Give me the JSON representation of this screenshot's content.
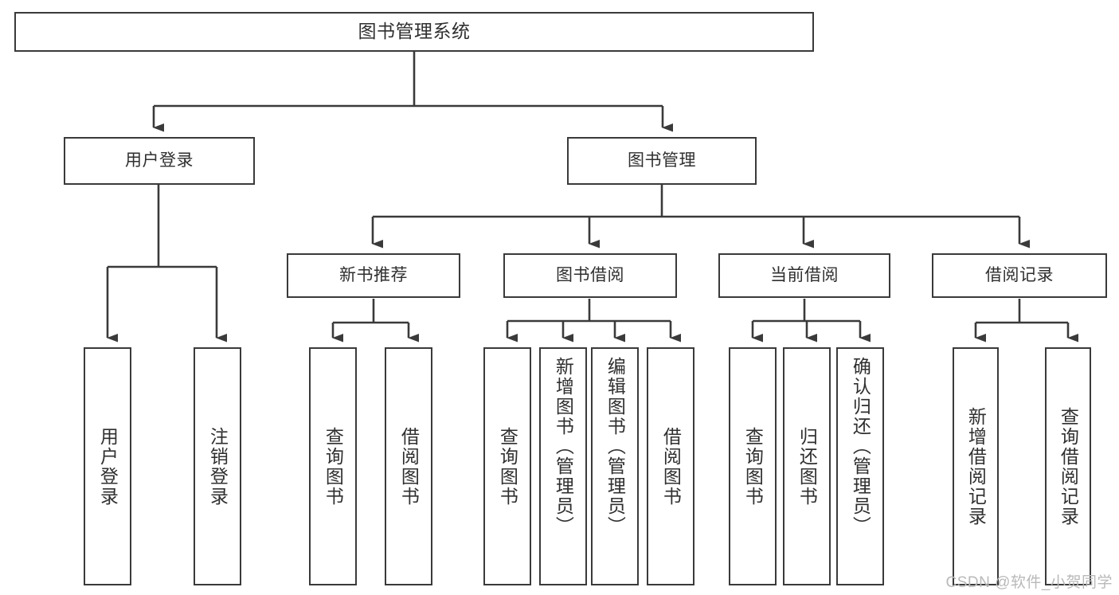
{
  "diagram": {
    "title": "图书管理系统",
    "watermark": "CSDN @软件_小贺同学",
    "stroke_color": "#3a3a3a",
    "text_color": "#2f2f2f",
    "background_color": "#ffffff"
  },
  "nodes": {
    "root": {
      "label": "图书管理系统"
    },
    "level2": [
      {
        "id": "user-login",
        "label": "用户登录"
      },
      {
        "id": "book-manage",
        "label": "图书管理"
      }
    ],
    "level3": [
      {
        "id": "new-book-recommend",
        "label": "新书推荐"
      },
      {
        "id": "book-borrow",
        "label": "图书借阅"
      },
      {
        "id": "current-borrow",
        "label": "当前借阅"
      },
      {
        "id": "borrow-record",
        "label": "借阅记录"
      }
    ],
    "leaves": {
      "user-login": [
        {
          "id": "leaf-user-login",
          "label": "用户登录"
        },
        {
          "id": "leaf-logout-login",
          "label": "注销登录"
        }
      ],
      "new-book-recommend": [
        {
          "id": "leaf-query-book-1",
          "label": "查询图书"
        },
        {
          "id": "leaf-borrow-book-1",
          "label": "借阅图书"
        }
      ],
      "book-borrow": [
        {
          "id": "leaf-query-book-2",
          "label": "查询图书"
        },
        {
          "id": "leaf-add-book-admin",
          "label": "新增图书（管理员）"
        },
        {
          "id": "leaf-edit-book-admin",
          "label": "编辑图书（管理员）"
        },
        {
          "id": "leaf-borrow-book-2",
          "label": "借阅图书"
        }
      ],
      "current-borrow": [
        {
          "id": "leaf-query-book-3",
          "label": "查询图书"
        },
        {
          "id": "leaf-return-book",
          "label": "归还图书"
        },
        {
          "id": "leaf-confirm-return-admin",
          "label": "确认归还（管理员）"
        }
      ],
      "borrow-record": [
        {
          "id": "leaf-add-borrow-record",
          "label": "新增借阅记录"
        },
        {
          "id": "leaf-query-borrow-record",
          "label": "查询借阅记录"
        }
      ]
    }
  }
}
